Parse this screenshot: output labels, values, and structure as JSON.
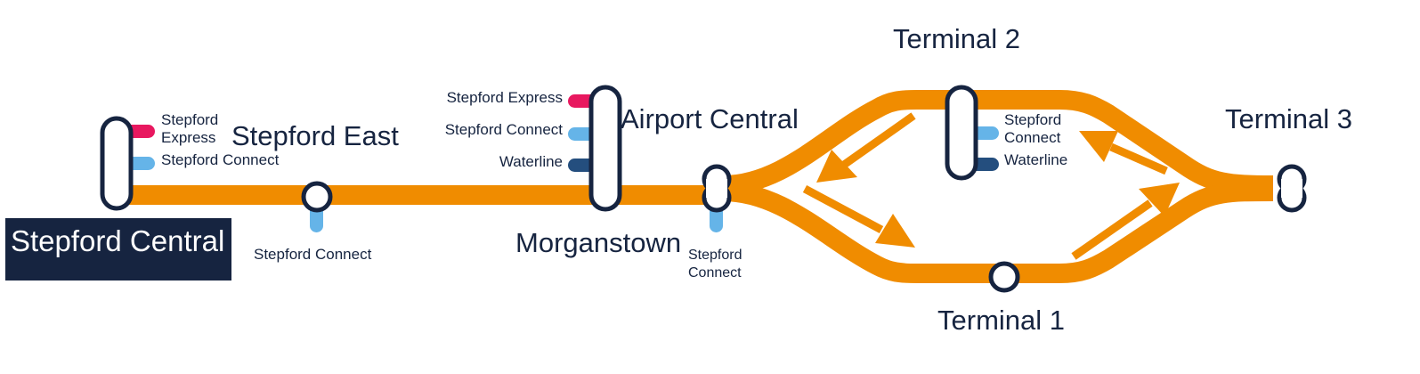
{
  "colors": {
    "route": "#F08C00",
    "ink": "#162440",
    "stepford_express": "#E8185F",
    "stepford_connect": "#65B4E8",
    "waterline": "#244E7E",
    "highlight_bg": "#162440",
    "highlight_text": "#FFFFFF"
  },
  "lines": {
    "stepford_express": "Stepford Express",
    "stepford_connect": "Stepford Connect",
    "waterline": "Waterline"
  },
  "stations": {
    "stepford_central": {
      "name": "Stepford Central",
      "selected": true,
      "connection_line1": "Stepford",
      "connection_line2": "Express",
      "connection_2": "Stepford Connect"
    },
    "stepford_east": {
      "name": "Stepford East",
      "connection": "Stepford Connect"
    },
    "morganstown": {
      "name": "Morganstown",
      "connection_1": "Stepford Express",
      "connection_2": "Stepford Connect",
      "connection_3": "Waterline"
    },
    "airport_central": {
      "name": "Airport Central",
      "connection_line1": "Stepford",
      "connection_line2": "Connect"
    },
    "terminal_2": {
      "name": "Terminal 2",
      "connection_line1": "Stepford",
      "connection_line2": "Connect",
      "connection_2": "Waterline"
    },
    "terminal_1": {
      "name": "Terminal 1"
    },
    "terminal_3": {
      "name": "Terminal 3"
    }
  },
  "loop_direction_arrows": [
    {
      "icon": "arrow-down-left-icon",
      "segment": "terminal-2-to-junction"
    },
    {
      "icon": "arrow-down-right-icon",
      "segment": "junction-to-terminal-1"
    },
    {
      "icon": "arrow-up-right-icon",
      "segment": "terminal-1-to-terminal-3"
    },
    {
      "icon": "arrow-up-left-icon",
      "segment": "terminal-3-to-terminal-2"
    }
  ]
}
